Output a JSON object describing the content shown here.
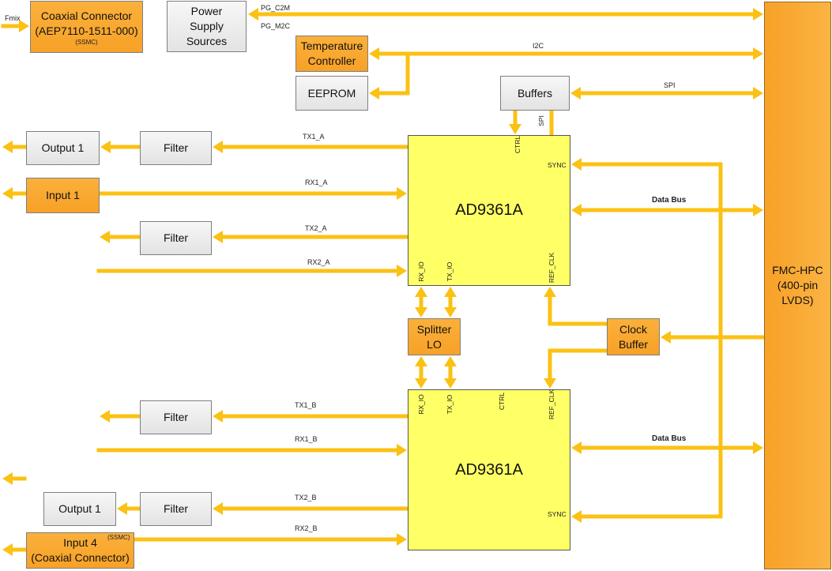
{
  "colors": {
    "bus": "#fbc113",
    "chip": "#ffff66",
    "connector": "#f7a127",
    "module": "#e6e6e6"
  },
  "blocks": {
    "coaxial_top": {
      "line1": "Coaxial Connector",
      "line2": "(AEP7110-1511-000)",
      "note": "(SSMC)"
    },
    "power": {
      "line1": "Power",
      "line2": "Supply",
      "line3": "Sources"
    },
    "temperature": {
      "line1": "Temperature",
      "line2": "Controller"
    },
    "eeprom": {
      "label": "EEPROM"
    },
    "buffers": {
      "label": "Buffers"
    },
    "output1_top": {
      "label": "Output 1"
    },
    "input1": {
      "label": "Input 1"
    },
    "filter1": {
      "label": "Filter"
    },
    "filter2": {
      "label": "Filter"
    },
    "filter3": {
      "label": "Filter"
    },
    "filter4": {
      "label": "Filter"
    },
    "ad9361_top": {
      "label": "AD9361A"
    },
    "ad9361_bottom": {
      "label": "AD9361A"
    },
    "splitter": {
      "line1": "Splitter",
      "line2": "LO"
    },
    "clock_buffer": {
      "line1": "Clock",
      "line2": "Buffer"
    },
    "fmc": {
      "line1": "FMC-HPC",
      "line2": "(400-pin",
      "line3": "LVDS)"
    },
    "output1_bottom": {
      "label": "Output 1"
    },
    "input4": {
      "line1": "Input 4",
      "line2": "(Coaxial Connector)",
      "note": "(SSMC)"
    }
  },
  "signals": {
    "fmix": "Fmix",
    "pg_c2m": "PG_C2M",
    "pg_m2c": "PG_M2C",
    "i2c": "I2C",
    "spi": "SPI",
    "tx1_a": "TX1_A",
    "rx1_a": "RX1_A",
    "tx2_a": "TX2_A",
    "rx2_a": "RX2_A",
    "data_bus_top": "Data Bus",
    "data_bus_bottom": "Data Bus",
    "tx1_b": "TX1_B",
    "rx1_b": "RX1_B",
    "tx2_b": "TX2_B",
    "rx2_b": "RX2_B"
  },
  "pins": {
    "ctrl_top": "CTRL",
    "spi_pin": "SPI",
    "sync_top": "SYNC",
    "rx_io_top": "RX_IO",
    "tx_io_top": "TX_IO",
    "ref_clk_top": "REF_CLK",
    "rx_io_bottom": "RX_IO",
    "tx_io_bottom": "TX_IO",
    "ctrl_bottom": "CTRL",
    "ref_clk_bottom": "REF_CLK",
    "sync_bottom": "SYNC"
  }
}
